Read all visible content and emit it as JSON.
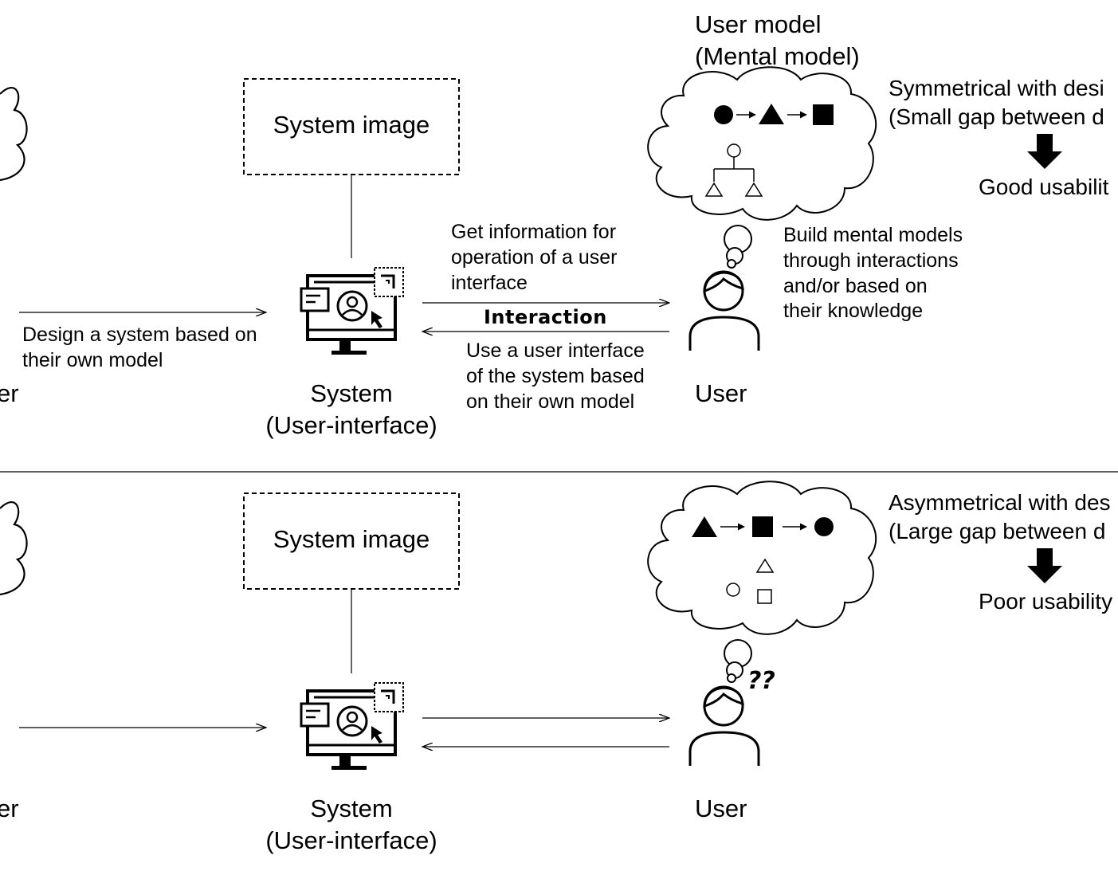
{
  "top": {
    "designer_label": "er",
    "design_text": [
      "Design a system based on",
      "their own model"
    ],
    "system_image": "System image",
    "system_label": [
      "System",
      "(User-interface)"
    ],
    "get_info": [
      "Get information for",
      "operation of a user",
      "interface"
    ],
    "interaction": "Interaction",
    "use_ui": [
      "Use a user interface",
      "of the system based",
      "on their own model"
    ],
    "user_label": "User",
    "user_model": [
      "User model",
      "(Mental model)"
    ],
    "build_models": [
      "Build mental models",
      "through interactions",
      "and/or based on",
      "their knowledge"
    ],
    "result": [
      "Symmetrical with desi",
      "(Small gap between d"
    ],
    "outcome": "Good usabilit"
  },
  "bottom": {
    "designer_label": "er",
    "system_image": "System image",
    "system_label": [
      "System",
      "(User-interface)"
    ],
    "user_label": "User",
    "confusion": "??",
    "result": [
      "Asymmetrical with des",
      "(Large gap between d"
    ],
    "outcome": "Poor usability"
  },
  "icons": {
    "computer": "computer-user-interface-icon",
    "user": "user-person-icon",
    "cloud": "thought-cloud-icon",
    "down_arrow": "down-arrow-icon"
  }
}
